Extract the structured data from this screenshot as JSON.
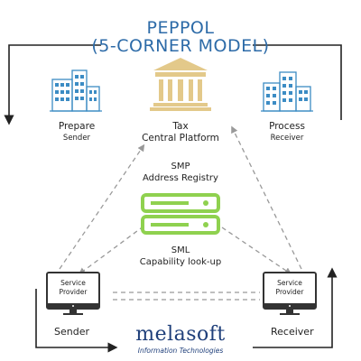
{
  "title": {
    "line1": "PEPPOL",
    "line2": "(5-CORNER MODEL)"
  },
  "corners": {
    "prepare": {
      "label": "Prepare",
      "sub": "Sender"
    },
    "tax": {
      "label": "Tax",
      "sub": "Central Platform"
    },
    "process": {
      "label": "Process",
      "sub": "Receiver"
    }
  },
  "smp": {
    "line1": "SMP",
    "line2": "Address Registry"
  },
  "sml": {
    "line1": "SML",
    "line2": "Capability look-up"
  },
  "service_provider_left": {
    "line1": "Service",
    "line2": "Provider"
  },
  "service_provider_right": {
    "line1": "Service",
    "line2": "Provider"
  },
  "roles": {
    "sender": "Sender",
    "receiver": "Receiver"
  },
  "logo": {
    "name": "melasoft",
    "tagline": "Information Technologies"
  },
  "colors": {
    "title": "#2d6ba8",
    "building": "#3c8cc4",
    "temple": "#e3c98a",
    "server": "#8fd14f",
    "arrow": "#222222",
    "dashed": "#999999",
    "logo": "#1f3f7a"
  },
  "icons": [
    "building-icon",
    "temple-icon",
    "server-icon",
    "monitor-icon"
  ]
}
